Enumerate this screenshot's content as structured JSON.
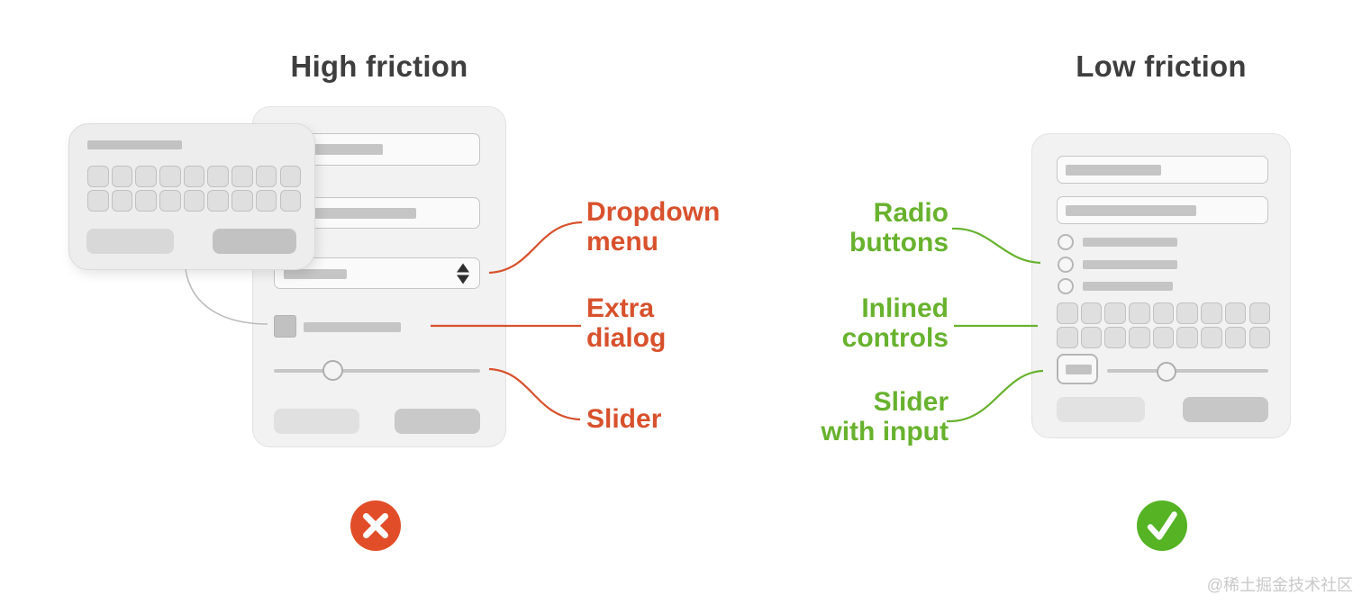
{
  "colors": {
    "accent_red": "#D8512D",
    "accent_green": "#68B22E",
    "x_circle": "#E14D28",
    "check_circle": "#55B324",
    "title_text": "#3E3E3E",
    "watermark": "#C9C9C9"
  },
  "high_friction": {
    "title": "High friction",
    "annotations": [
      {
        "line1": "Dropdown",
        "line2": "menu"
      },
      {
        "line1": "Extra",
        "line2": "dialog"
      },
      {
        "line1": "Slider",
        "line2": ""
      }
    ],
    "verdict_icon": "x-circle-icon"
  },
  "low_friction": {
    "title": "Low friction",
    "annotations": [
      {
        "line1": "Radio",
        "line2": "buttons"
      },
      {
        "line1": "Inlined",
        "line2": "controls"
      },
      {
        "line1": "Slider",
        "line2": "with input"
      }
    ],
    "verdict_icon": "check-circle-icon"
  },
  "icons": {
    "dropdown_spinner": "updown-arrows-icon"
  },
  "watermark": "@稀土掘金技术社区"
}
